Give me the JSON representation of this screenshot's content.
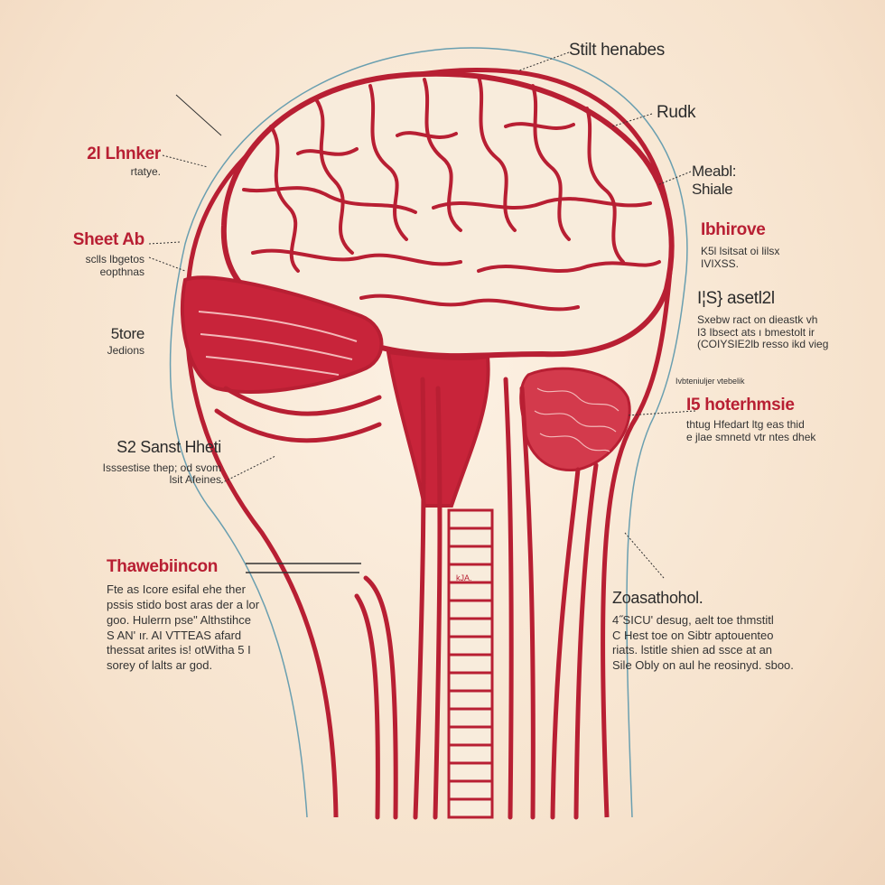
{
  "colors": {
    "vessel": "#b81f33",
    "vessel_light": "#d33a4c",
    "outline": "#6a9fb0",
    "background": "#f7e6d2",
    "brain_fill": "#f8ecdc"
  },
  "labels": {
    "top_right": {
      "title": "Stilt henabes"
    },
    "rudk": {
      "title": "Rudk"
    },
    "meabl": {
      "title": "Meabl:",
      "line2": "Shiale"
    },
    "lbrove": {
      "title": "Ibhirove",
      "lines": [
        "K5l lsitsat oi lilsx",
        "IVIXSS."
      ]
    },
    "fasetl": {
      "title": "I¦S} asetl2l",
      "lines": [
        "Sxebw ract on dieastk vh",
        "I3 Ibsect ats ı bmestolt ir",
        "(COIYSIE2lb resso ikd vieg"
      ]
    },
    "tiny_note": {
      "text": "Ivbteniuljer vtebelik"
    },
    "hoterhsie": {
      "title": "I5 hoterhmsie",
      "lines": [
        "thtug Hfedart ltg eas thid",
        "e jlae smnetd vtr ntes dhek"
      ]
    },
    "zasethohol": {
      "title": "Zoasathohol.",
      "lines": [
        "4˝SICU' desug, aelt toe thmstitl",
        "C Hest toe on Sibtr aptouenteo",
        "riats. lstitle shien ad ssce at an",
        "Sile Obly on aul he reosinyd. sboo."
      ]
    },
    "left_21": {
      "title": "2l Lhnker",
      "sub": "rtatye."
    },
    "sheet_ab": {
      "title": "Sheet Ab",
      "lines": [
        "sclls lbgetos",
        "eopthnas"
      ]
    },
    "store": {
      "title": "5tore",
      "sub": "Jedions"
    },
    "sanst_hheti": {
      "title": "S2 Sanst Hheti",
      "lines": [
        "Isssestise thep; od svom",
        "lsit Afeines"
      ]
    },
    "thawebi": {
      "title": "Thawebiincon",
      "lines": [
        "Fte as Icore esifal ehe ther",
        "pssis stido bost aras der a lor",
        "goo. Hulerrn pse\" Althstihce",
        "S AN' ır. AI VTTEAS afard",
        "thessat arites is! otWitha 5 I",
        "sorey of lalts ar god."
      ]
    },
    "spine_mark": {
      "text": "kJA."
    }
  }
}
